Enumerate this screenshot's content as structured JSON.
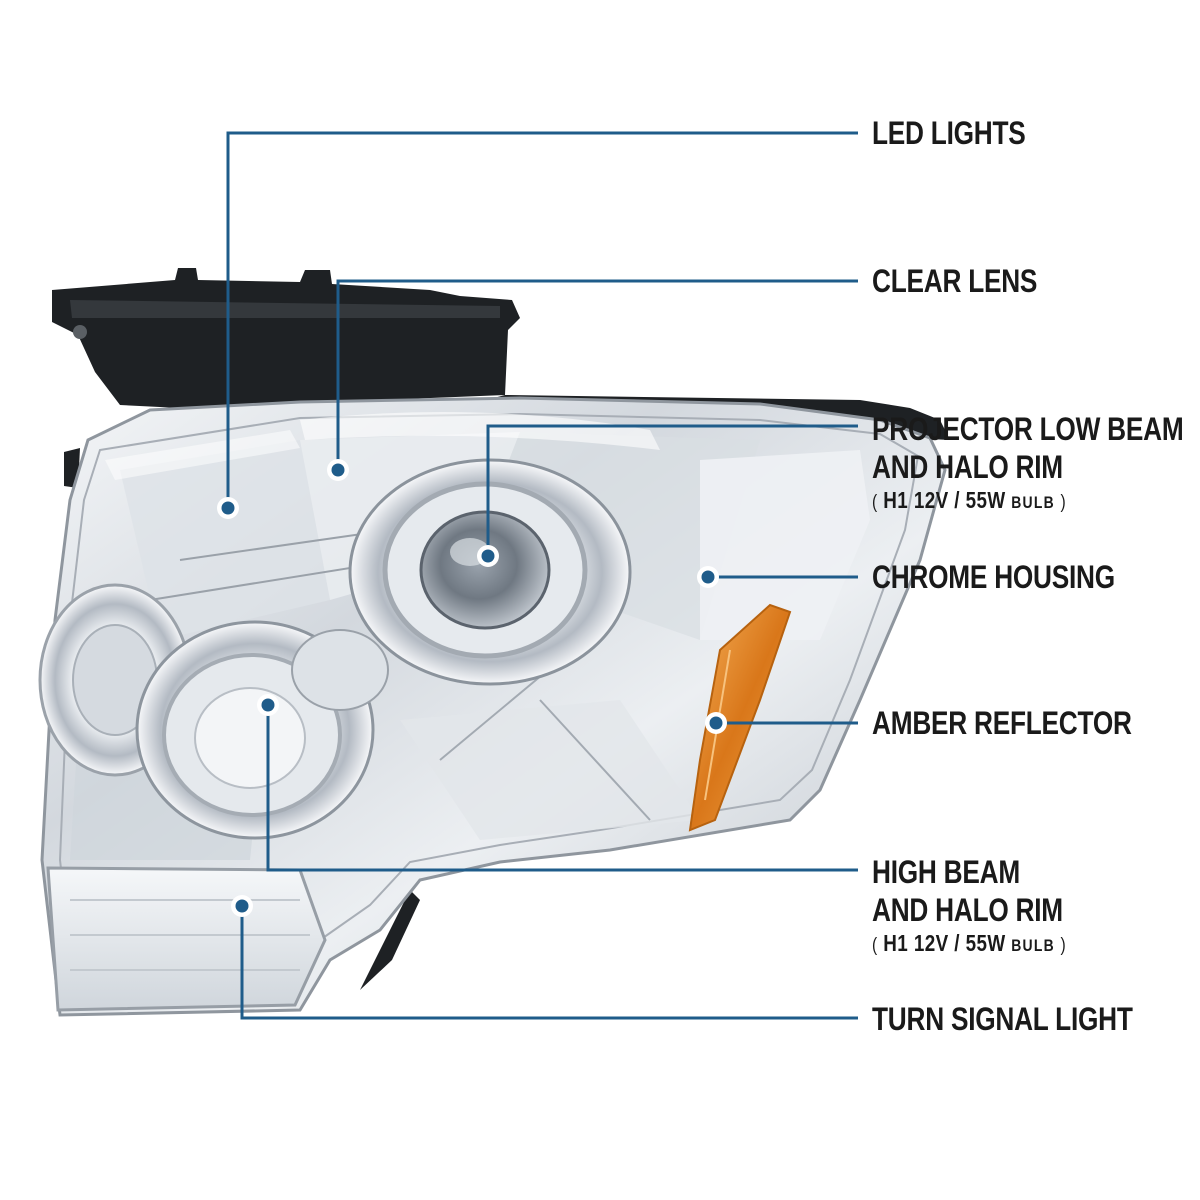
{
  "callouts": {
    "led_lights": {
      "title": "LED LIGHTS"
    },
    "clear_lens": {
      "title": "CLEAR LENS"
    },
    "projector_low_beam": {
      "title_line1": "PROJECTOR LOW BEAM",
      "title_line2": "AND HALO RIM",
      "spec_open": "(",
      "spec_main": "H1  12V / 55W",
      "spec_unit": "BULB",
      "spec_close": ")"
    },
    "chrome_housing": {
      "title": "CHROME HOUSING"
    },
    "amber_reflector": {
      "title": "AMBER REFLECTOR"
    },
    "high_beam": {
      "title_line1": "HIGH BEAM",
      "title_line2": "AND HALO RIM",
      "spec_open": "(",
      "spec_main": "H1  12V / 55W",
      "spec_unit": "BULB",
      "spec_close": ")"
    },
    "turn_signal": {
      "title": "TURN SIGNAL LIGHT"
    }
  },
  "colors": {
    "leader_line": "#1f5c8a",
    "marker_fill": "#1f5c8a",
    "marker_ring": "#ffffff",
    "label_text": "#1a1a1a",
    "chrome_light": "#eef1f4",
    "chrome_mid": "#c6ccd3",
    "chrome_dark": "#7d858f",
    "bracket": "#1e2124",
    "amber": "#e08a1e"
  }
}
